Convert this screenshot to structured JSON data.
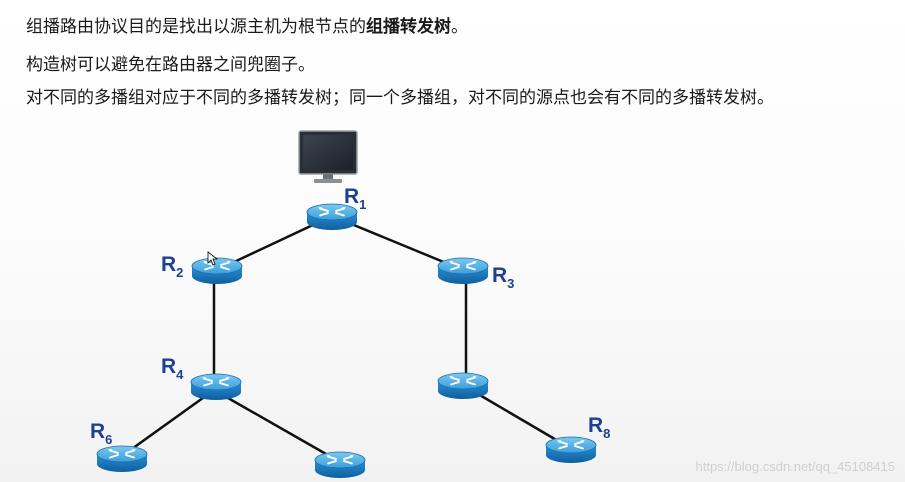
{
  "text": {
    "line1_pre": "组播路由协议目的是找出以源主机为根节点的",
    "line1_bold": "组播转发树",
    "line1_post": "。",
    "line2": "构造树可以避免在路由器之间兜圈子。",
    "line3": "对不同的多播组对应于不同的多播转发树；同一个多播组，对不同的源点也会有不同的多播转发树。"
  },
  "routers": {
    "r1": {
      "label": "R",
      "sub": "1"
    },
    "r2": {
      "label": "R",
      "sub": "2"
    },
    "r3": {
      "label": "R",
      "sub": "3"
    },
    "r4": {
      "label": "R",
      "sub": "4"
    },
    "r6": {
      "label": "R",
      "sub": "6"
    },
    "r8": {
      "label": "R",
      "sub": "8"
    }
  },
  "watermark": "https://blog.csdn.net/qq_45108415",
  "icons": {
    "host": "computer-monitor-icon",
    "router": "router-icon"
  },
  "colors": {
    "router_body": "#1f8ad0",
    "router_top": "#4fb2e8",
    "label": "#1f3f8f",
    "link": "#111111"
  }
}
